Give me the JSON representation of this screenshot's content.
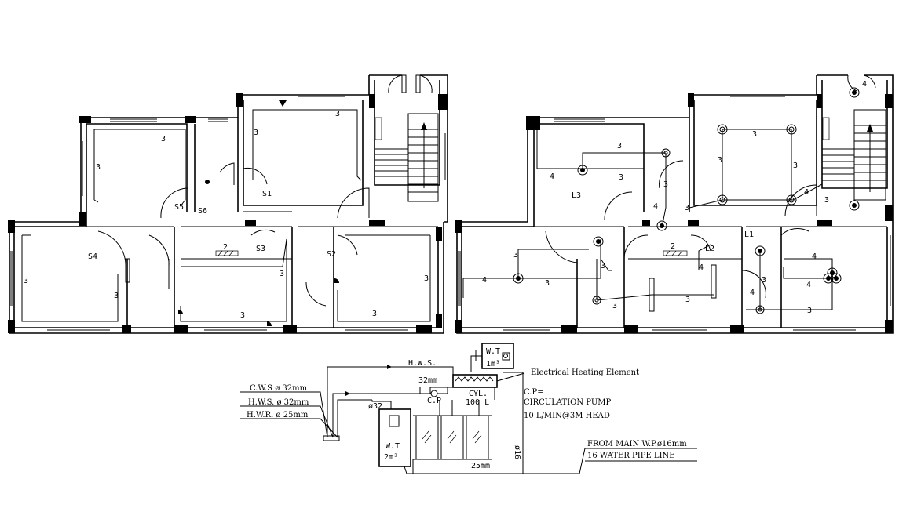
{
  "plan_left": {
    "labels": {
      "s1": "S1",
      "s2": "S2",
      "s3": "S3",
      "s4": "S4",
      "s5": "S5",
      "s6": "S6",
      "n2": "2",
      "n3": "3"
    }
  },
  "plan_right": {
    "labels": {
      "l1": "L1",
      "l2": "L2",
      "l3": "L3",
      "n2": "2",
      "n3": "3",
      "n4": "4"
    }
  },
  "schematic": {
    "hws_top": "H.W.S.",
    "wt_top": "W.T",
    "wt_top_cap": "1m³",
    "electrical_heating": "Electrical Heating Element",
    "d32mm": "32mm",
    "cyl": "CYL.",
    "cyl_cap": "100 L",
    "cp": "C.P",
    "cp_note_1": "C.P=",
    "cp_note_2": "CIRCULATION PUMP",
    "cp_note_3": "10 L/MIN@3M HEAD",
    "cws": "C.W.S ø 32mm",
    "hws": "H.W.S. ø 32mm",
    "hwr": "H.W.R. ø 25mm",
    "phi32": "ø32",
    "wt_bottom": "W.T",
    "wt_bottom_cap": "2m³",
    "d25mm": "25mm",
    "d16": "ø16",
    "from_main_1": "FROM MAIN W.P.ø16mm",
    "from_main_2": "16 WATER PIPE LINE"
  }
}
